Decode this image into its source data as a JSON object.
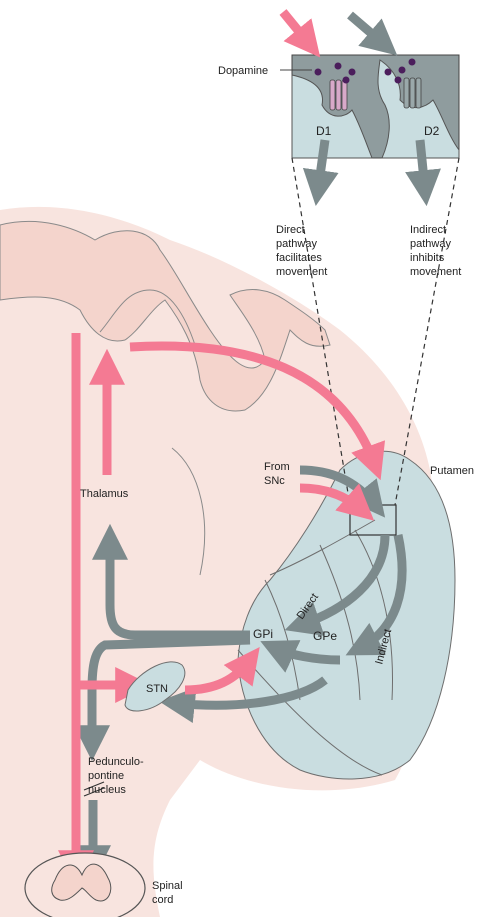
{
  "colors": {
    "pink": "#f47a93",
    "gray_arrow": "#7c8a8c",
    "basal_ganglia": "#c9dde0",
    "brain_tissue": "#f8e4df",
    "cortex": "#f4d4cc",
    "outline": "#6e6e6e"
  },
  "labels": {
    "dopamine": "Dopamine",
    "d1": "D1",
    "d2": "D2",
    "direct_caption": [
      "Direct",
      "pathway",
      "facilitates",
      "movement"
    ],
    "indirect_caption": [
      "Indirect",
      "pathway",
      "inhibits",
      "movement"
    ],
    "from_snc": [
      "From",
      "SNc"
    ],
    "putamen": "Putamen",
    "thalamus": "Thalamus",
    "direct": "Direct",
    "indirect": "Indirect",
    "gpi": "GPi",
    "gpe": "GPe",
    "stn": "STN",
    "ppn": [
      "Pedunculo-",
      "pontine",
      "nucleus"
    ],
    "spinal_cord": [
      "Spinal",
      "cord"
    ]
  }
}
